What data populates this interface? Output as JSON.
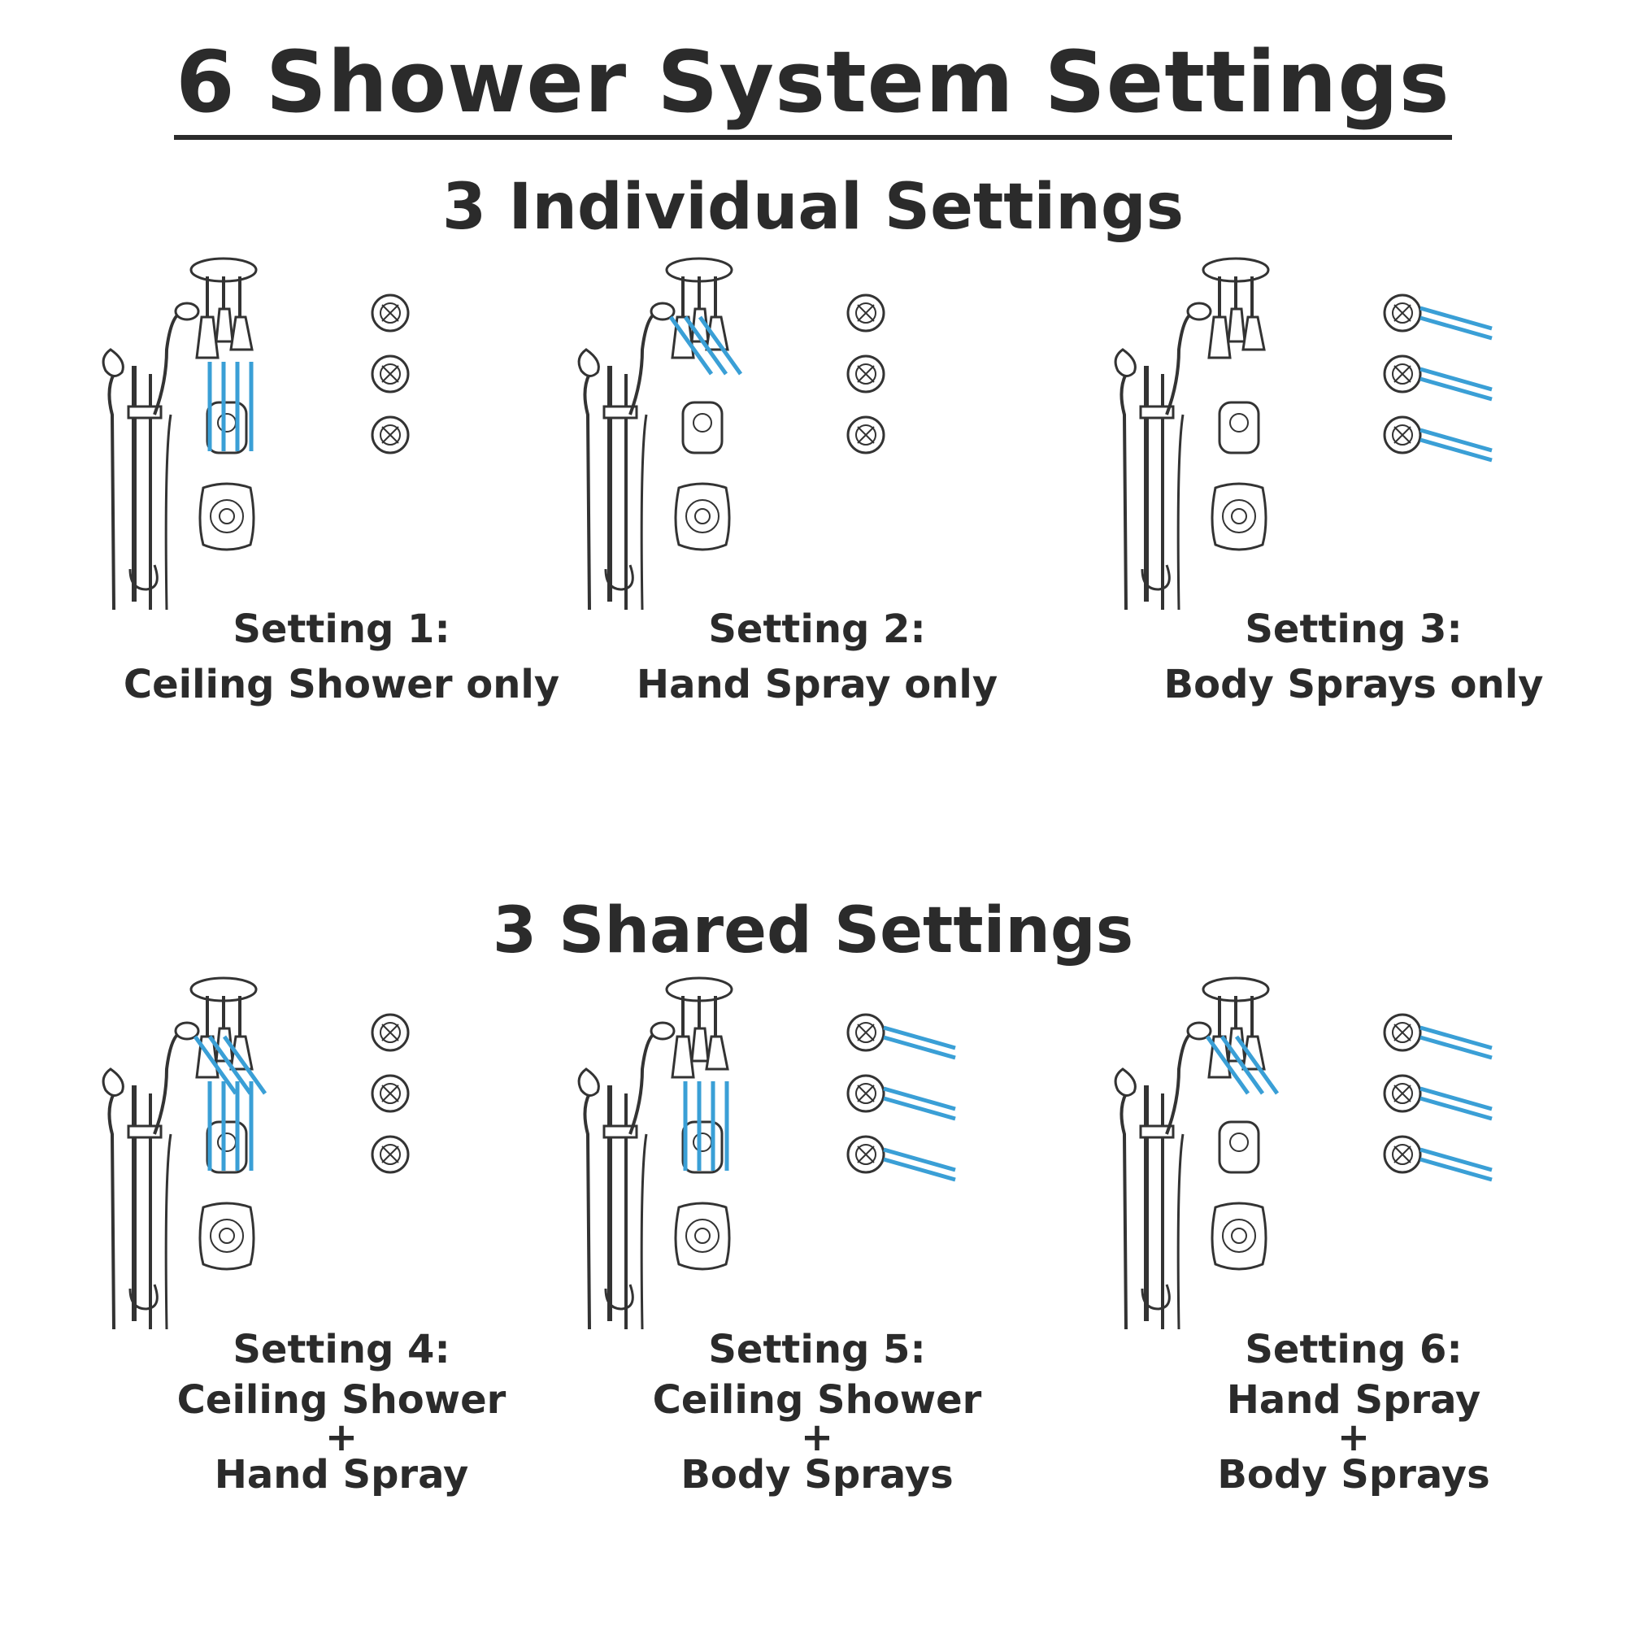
{
  "title": "6 Shower System Settings",
  "individual_section": {
    "heading": "3 Individual Settings",
    "settings": [
      {
        "name": "Setting 1:",
        "desc": "Ceiling Shower only",
        "active": {
          "ceiling": true,
          "hand": false,
          "body": false
        }
      },
      {
        "name": "Setting 2:",
        "desc": "Hand Spray only",
        "active": {
          "ceiling": false,
          "hand": true,
          "body": false
        }
      },
      {
        "name": "Setting 3:",
        "desc": "Body Sprays only",
        "active": {
          "ceiling": false,
          "hand": false,
          "body": true
        }
      }
    ]
  },
  "shared_section": {
    "heading": "3 Shared Settings",
    "settings": [
      {
        "name": "Setting 4:",
        "line1": "Ceiling Shower",
        "plus": "+",
        "line2": "Hand Spray",
        "active": {
          "ceiling": true,
          "hand": true,
          "body": false
        }
      },
      {
        "name": "Setting 5:",
        "line1": "Ceiling Shower",
        "plus": "+",
        "line2": "Body Sprays",
        "active": {
          "ceiling": true,
          "hand": false,
          "body": true
        }
      },
      {
        "name": "Setting 6:",
        "line1": "Hand Spray",
        "plus": "+",
        "line2": "Body Sprays",
        "active": {
          "ceiling": false,
          "hand": true,
          "body": true
        }
      }
    ]
  },
  "colors": {
    "water": "#3a9fd6",
    "fixture_stroke": "#333333",
    "text": "#2b2b2b"
  }
}
